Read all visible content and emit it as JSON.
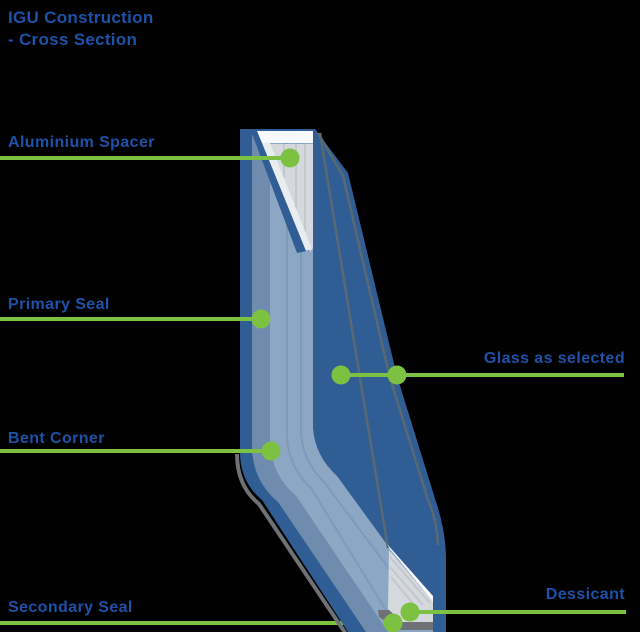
{
  "title": {
    "text": "IGU Construction\n- Cross Section"
  },
  "labels": {
    "aluminium_spacer": "Aluminium Spacer",
    "primary_seal": "Primary Seal",
    "bent_corner": "Bent Corner",
    "secondary_seal": "Secondary Seal",
    "glass": "Glass as selected",
    "desiccant": "Dessicant"
  },
  "colors": {
    "background": "#000000",
    "label_blue": "#1D52A8",
    "accent_green": "#7CC142",
    "glass_blue": "#305E94",
    "seal_medium": "#6F8BAD",
    "seal_light": "#8CA7C4",
    "band_separator": "#7E9ABA",
    "spacer_pale": "#D5D9DE",
    "spacer_white": "#F7F9FA",
    "spacer_sliver": "#E9EDF0",
    "spacer_ridge": "#C2C8CE",
    "seal_gray": "#6E7276",
    "pane_edge_gray": "#596974"
  }
}
